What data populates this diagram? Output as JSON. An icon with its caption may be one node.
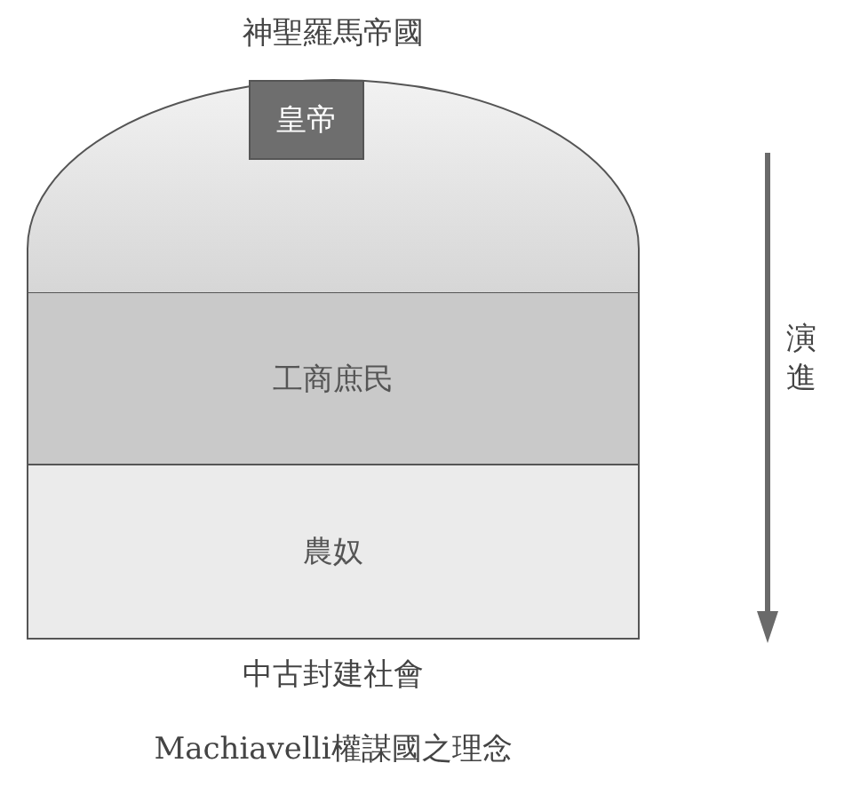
{
  "diagram": {
    "caption": "Machiavelli權謀國之理念",
    "nodes": [
      {
        "text": [
          "神聖羅馬帝國"
        ]
      },
      {
        "text": [
          "皇帝"
        ],
        "in": 0
      },
      {
        "text": [
          "工商庶民"
        ]
      },
      {
        "text": [
          "農奴"
        ]
      }
    ],
    "edges": [],
    "labels": [
      "中古封建社會",
      "演進"
    ]
  }
}
